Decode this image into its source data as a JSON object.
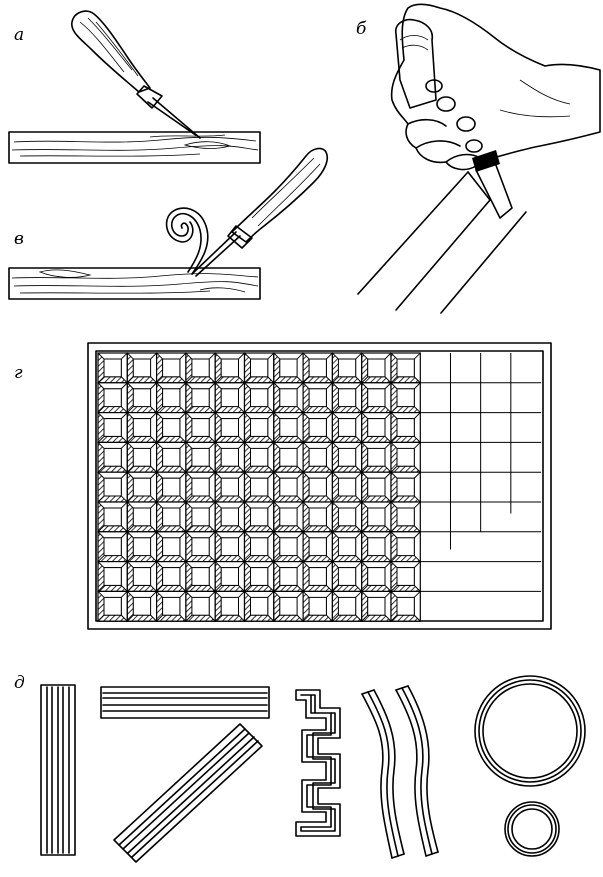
{
  "figure": {
    "panels": [
      {
        "key": "a",
        "label": "а",
        "subject": "knife-cutting-line-into-board"
      },
      {
        "key": "b",
        "label": "б",
        "subject": "hand-holding-knife"
      },
      {
        "key": "v",
        "label": "в",
        "subject": "knife-raising-shaving-curl"
      },
      {
        "key": "g",
        "label": "г",
        "subject": "carved-grid-panel"
      },
      {
        "key": "d",
        "label": "д",
        "subject": "groove-patterns"
      }
    ],
    "grid": {
      "columns_carved": 11,
      "rows": 9,
      "columns_outlined": 4
    },
    "colors": {
      "ink": "#000000",
      "background": "#ffffff"
    }
  }
}
